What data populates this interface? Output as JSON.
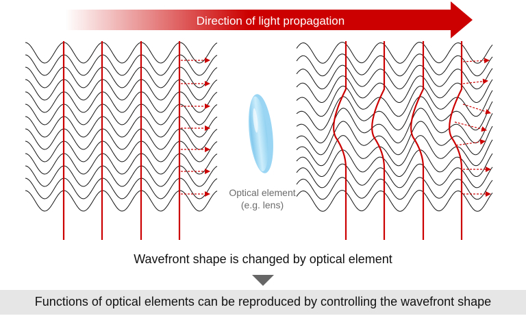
{
  "header": {
    "arrow_label": "Direction of light propagation"
  },
  "lens": {
    "caption_line1": "Optical element",
    "caption_line2": "(e.g. lens)"
  },
  "captions": {
    "main": "Wavefront shape is changed by optical element",
    "bottom": "Functions of optical elements can be reproduced by controlling the wavefront shape"
  },
  "colors": {
    "arrow": "#cc0000",
    "wavefront_line": "#111111",
    "phase_line": "#cc0000",
    "lens": "#a8dcf5",
    "banner": "#e6e6e6"
  },
  "icons": {
    "down_arrow": "triangle-down-icon",
    "lens": "lens-icon"
  }
}
